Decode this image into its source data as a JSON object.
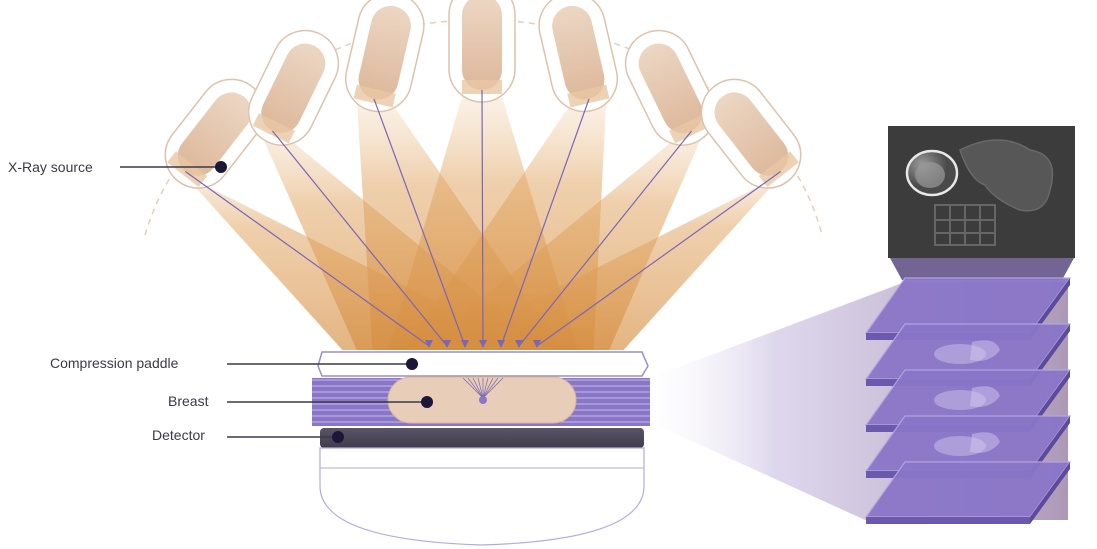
{
  "labels": {
    "xray_source": "X-Ray source",
    "compression_paddle": "Compression paddle",
    "breast": "Breast",
    "detector": "Detector"
  },
  "colors": {
    "beam": "#e3a760",
    "beam_dark": "#c9843a",
    "tube": "#e9cdb6",
    "tube_outline": "#dcc3ac",
    "ray": "#7a66b8",
    "purple": "#8a76c8",
    "purple_dark": "#6b59ad",
    "detector": "#4e4a5c",
    "dot": "#1c1637",
    "label_line": "#3a3a4a",
    "scan_bg": "#3f3f3f"
  },
  "x_ray_source_count": 7,
  "reconstructed_slice_count": 5
}
